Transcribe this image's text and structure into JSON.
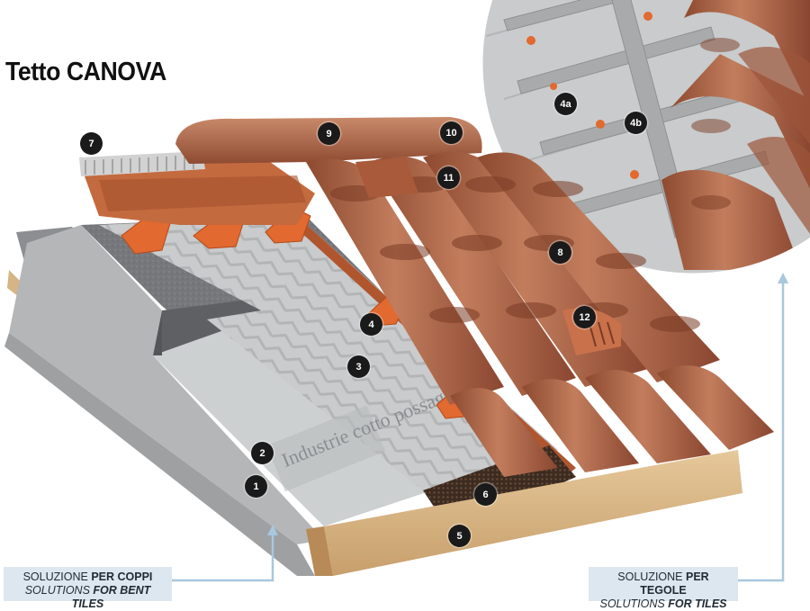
{
  "title": "Tetto CANOVA",
  "watermark": "Industrie cotto possagno",
  "callouts": [
    "1",
    "2",
    "3",
    "4",
    "4a",
    "4b",
    "5",
    "6",
    "7",
    "8",
    "9",
    "10",
    "11",
    "12"
  ],
  "labels": {
    "bent_tiles": {
      "line1_plain": "SOLUZIONE ",
      "line1_bold": "PER COPPI",
      "line2_plain": "SOLUTIONS ",
      "line2_bold": "FOR BENT TILES"
    },
    "tiles": {
      "line1_plain": "SOLUZIONE ",
      "line1_bold": "PER TEGOLE",
      "line2_plain": "SOLUTIONS ",
      "line2_bold": "FOR TILES"
    }
  },
  "colors": {
    "terracotta": "#b5603f",
    "terracotta_dark": "#8e4328",
    "hook_orange": "#e2692f",
    "board_grey": "#6b6c70",
    "panel_light": "#d4d6d7",
    "wood": "#d9b88a",
    "label_bg": "#dde7ef",
    "arrow_blue": "#a9c7dd"
  }
}
